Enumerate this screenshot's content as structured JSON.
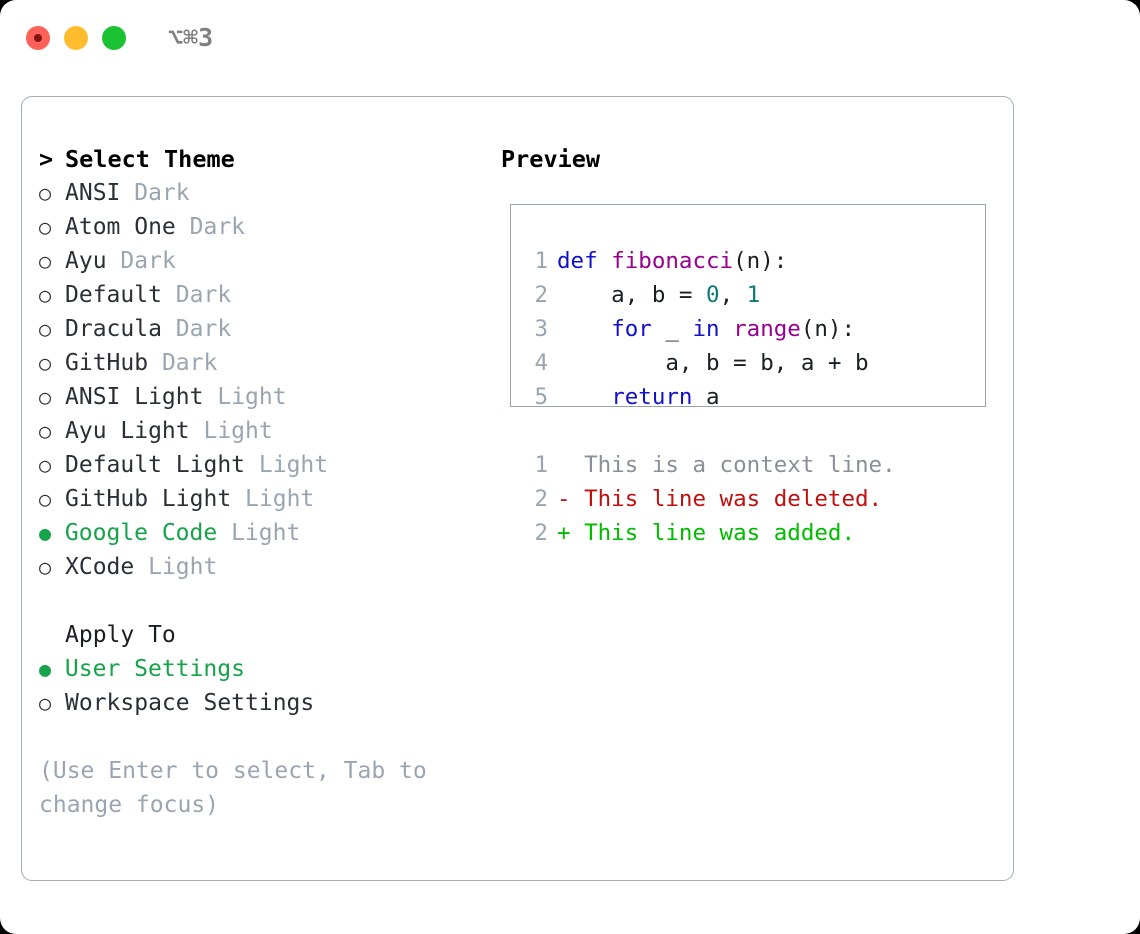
{
  "window": {
    "shortcut": "⌥⌘3",
    "traffic_lights": [
      {
        "name": "close-button",
        "color": "#ff6058"
      },
      {
        "name": "minimize-button",
        "color": "#ffbd2e"
      },
      {
        "name": "maximize-button",
        "color": "#1ac234"
      }
    ]
  },
  "colors": {
    "accent_green": "#16a34a",
    "muted_gray": "#9aa5b1",
    "text": "#2b2f36",
    "border": "#a3adbb",
    "diff_add": "#00bb00",
    "diff_del": "#c01010",
    "code_keyword": "#1111cc",
    "code_function": "#99008f",
    "code_number": "#0b7a75"
  },
  "theme_picker": {
    "header": "Select Theme",
    "caret": ">",
    "bullet_unselected": "○",
    "bullet_selected": "●",
    "items": [
      {
        "label": "ANSI",
        "tag": "Dark",
        "selected": false
      },
      {
        "label": "Atom One",
        "tag": "Dark",
        "selected": false
      },
      {
        "label": "Ayu",
        "tag": "Dark",
        "selected": false
      },
      {
        "label": "Default",
        "tag": "Dark",
        "selected": false
      },
      {
        "label": "Dracula",
        "tag": "Dark",
        "selected": false
      },
      {
        "label": "GitHub",
        "tag": "Dark",
        "selected": false
      },
      {
        "label": "ANSI Light",
        "tag": "Light",
        "selected": false
      },
      {
        "label": "Ayu Light",
        "tag": "Light",
        "selected": false
      },
      {
        "label": "Default Light",
        "tag": "Light",
        "selected": false
      },
      {
        "label": "GitHub Light",
        "tag": "Light",
        "selected": false
      },
      {
        "label": "Google Code",
        "tag": "Light",
        "selected": true
      },
      {
        "label": "XCode",
        "tag": "Light",
        "selected": false
      }
    ]
  },
  "apply_to": {
    "header": "Apply To",
    "items": [
      {
        "label": "User Settings",
        "selected": true
      },
      {
        "label": "Workspace Settings",
        "selected": false
      }
    ]
  },
  "hint": "(Use Enter to select, Tab to change focus)",
  "preview": {
    "title": "Preview",
    "code_lines": [
      {
        "num": "1",
        "tokens": [
          {
            "t": "def ",
            "c": "kw"
          },
          {
            "t": "fibonacci",
            "c": "fn"
          },
          {
            "t": "(n):",
            "c": "plain"
          }
        ]
      },
      {
        "num": "2",
        "tokens": [
          {
            "t": "    a, b = ",
            "c": "plain"
          },
          {
            "t": "0",
            "c": "num"
          },
          {
            "t": ", ",
            "c": "plain"
          },
          {
            "t": "1",
            "c": "num"
          }
        ]
      },
      {
        "num": "3",
        "tokens": [
          {
            "t": "    ",
            "c": "plain"
          },
          {
            "t": "for",
            "c": "kw"
          },
          {
            "t": " _ ",
            "c": "plain"
          },
          {
            "t": "in",
            "c": "kw"
          },
          {
            "t": " ",
            "c": "plain"
          },
          {
            "t": "range",
            "c": "fn"
          },
          {
            "t": "(n):",
            "c": "plain"
          }
        ]
      },
      {
        "num": "4",
        "tokens": [
          {
            "t": "        a, b = b, a + b",
            "c": "plain"
          }
        ]
      },
      {
        "num": "5",
        "tokens": [
          {
            "t": "    ",
            "c": "plain"
          },
          {
            "t": "return",
            "c": "kw"
          },
          {
            "t": " a",
            "c": "plain"
          }
        ]
      }
    ],
    "diff_lines": [
      {
        "num": "1",
        "marker": " ",
        "text": " This is a context line.",
        "kind": "ctx"
      },
      {
        "num": "2",
        "marker": "-",
        "text": " This line was deleted.",
        "kind": "del"
      },
      {
        "num": "2",
        "marker": "+",
        "text": " This line was added.",
        "kind": "add"
      }
    ]
  }
}
